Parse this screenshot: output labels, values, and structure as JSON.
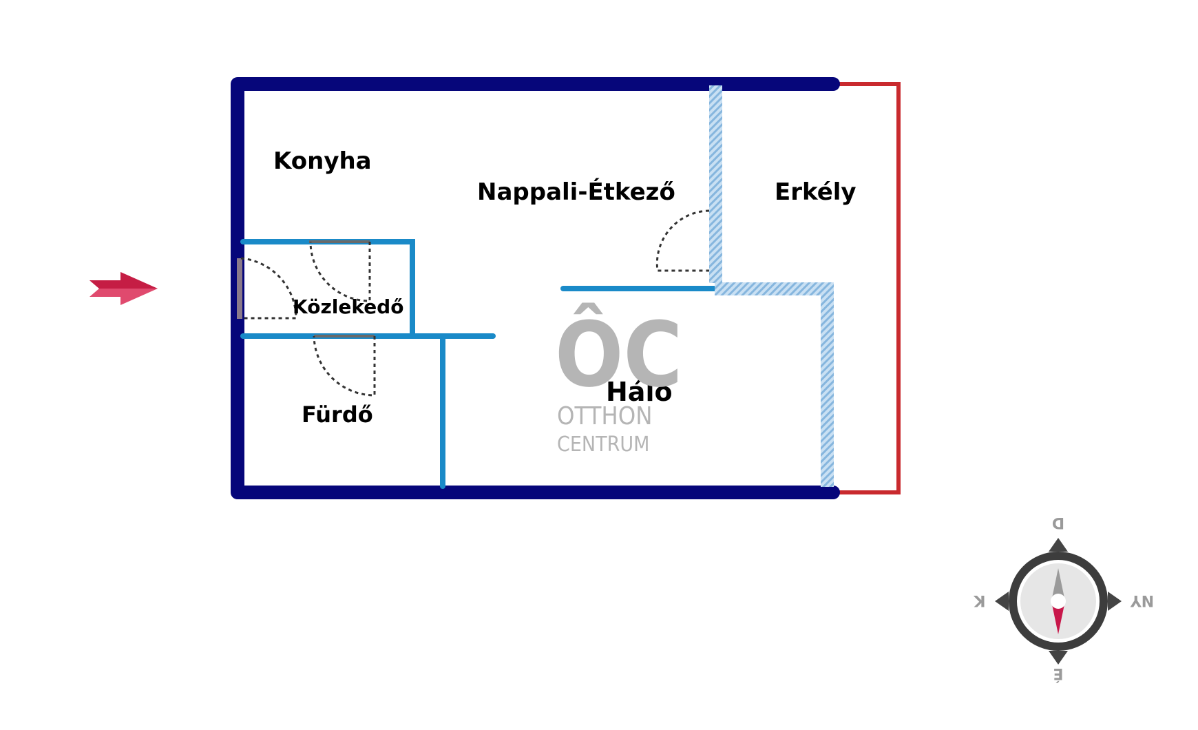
{
  "rooms": {
    "konyha": "Konyha",
    "nappali": "Nappali-Étkező",
    "erkely": "Erkély",
    "kozleked": "Közlekedő",
    "furdo": "Fürdő",
    "halo": "Háló"
  },
  "logo": {
    "mark": "ÔC",
    "line1": "OTTHON",
    "line2": "CENTRUM"
  },
  "compass": {
    "north": "É",
    "south": "D",
    "east": "K",
    "west": "NY"
  },
  "colors": {
    "outer_wall": "#06067a",
    "inner_wall": "#1a8ac8",
    "hatched_wall": "#9cc7e8",
    "balcony": "#c92a2e",
    "entrance_arrow": "#c8204a",
    "door_arc": "#333333"
  },
  "icons": {
    "entrance": "entrance-arrow-icon",
    "compass": "compass-icon"
  }
}
